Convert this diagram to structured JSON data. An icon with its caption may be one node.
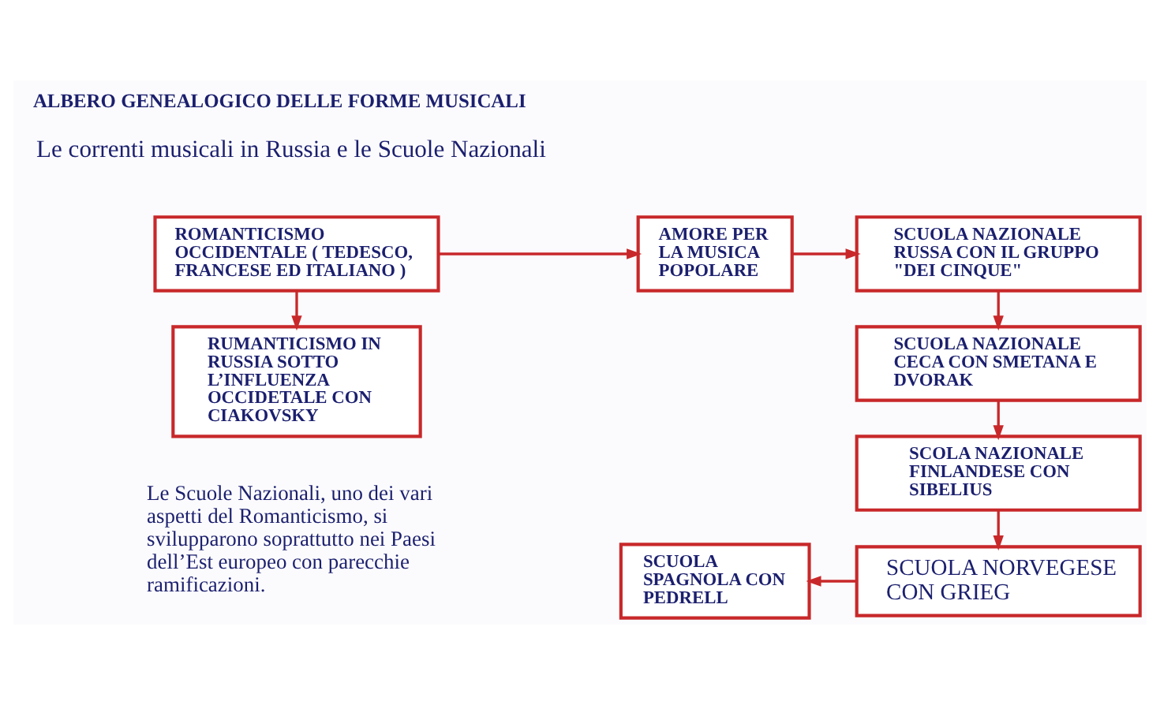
{
  "diagram": {
    "title": "ALBERO GENEALOGICO DELLE FORME MUSICALI",
    "nodes": [
      {
        "text": [
          "ROMANTICISMO OCCIDENTALE ( TEDESCO, FRANCESE ED ITALIANO )"
        ]
      },
      {
        "text": [
          "AMORE PER LA MUSICA POPOLARE"
        ]
      },
      {
        "text": [
          "SCUOLA NAZIONALE RUSSA CON IL GRUPPO \"DEI CINQUE\""
        ]
      },
      {
        "text": [
          "SCUOLA NAZIONALE CECA CON SMETANA E DVORAK"
        ]
      },
      {
        "text": [
          "RUMANTICISMO IN RUSSIA SOTTO L’INFLUENZA OCCIDETALE CON CIAKOVSKY"
        ]
      },
      {
        "text": [
          "SCOLA NAZIONALE FINLANDESE CON SIBELIUS"
        ]
      },
      {
        "text": [
          "SCUOLA SPAGNOLA CON PEDRELL"
        ]
      },
      {
        "text": [
          "SCUOLA NORVEGESE CON GRIEG"
        ]
      }
    ],
    "edges": [
      {
        "from": 0,
        "to": 1,
        "arrow": "to"
      },
      {
        "from": 1,
        "to": 2,
        "arrow": "to"
      },
      {
        "from": 2,
        "to": 3,
        "arrow": "to"
      },
      {
        "from": 0,
        "to": 4,
        "arrow": "to"
      },
      {
        "from": 3,
        "to": 5,
        "arrow": "to"
      },
      {
        "from": 5,
        "to": 7,
        "arrow": "to"
      },
      {
        "from": 7,
        "to": 6,
        "arrow": "to"
      }
    ],
    "labels": [
      "Le correnti musicali in Russia e le Scuole Nazionali",
      "Le Scuole Nazionali, uno dei vari aspetti del Romanticismo, si svilupparono soprattutto nei Paesi dell’Est europeo con parecchie ramificazioni."
    ]
  }
}
